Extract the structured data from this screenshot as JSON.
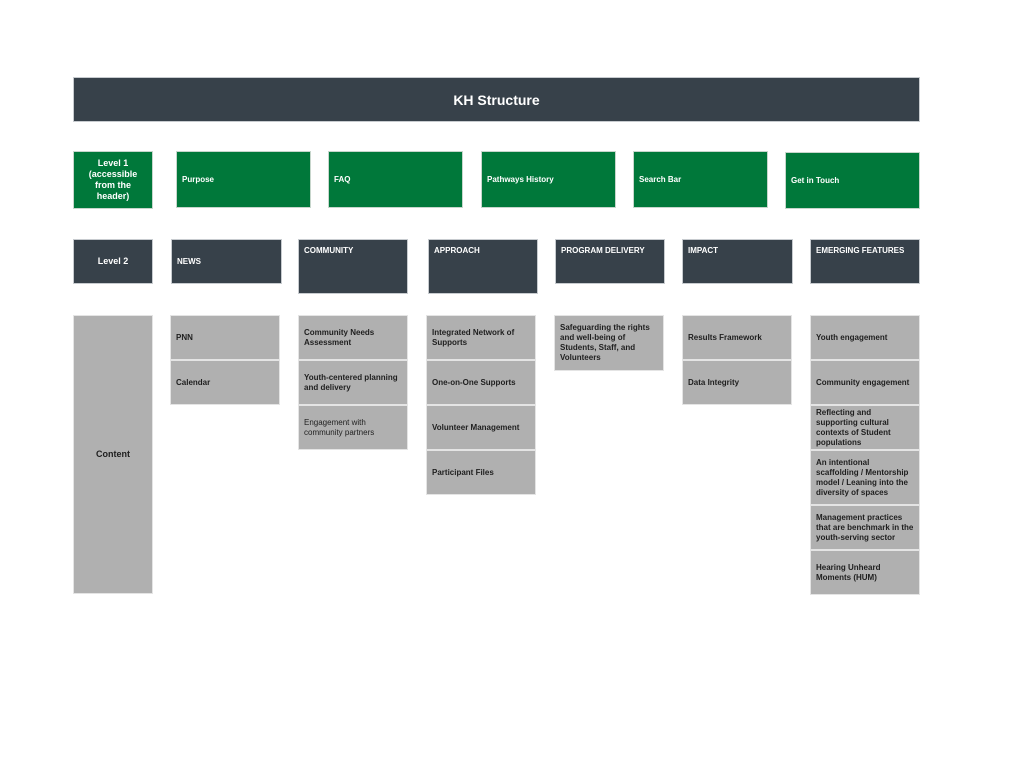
{
  "title": "KH Structure",
  "level1": {
    "label": "Level 1 (accessible from the header)",
    "items": [
      "Purpose",
      "FAQ",
      "Pathways History",
      "Search Bar",
      "Get in Touch"
    ]
  },
  "level2": {
    "label": "Level 2",
    "items": [
      "NEWS",
      "COMMUNITY",
      "APPROACH",
      "PROGRAM DELIVERY",
      "IMPACT",
      "EMERGING FEATURES"
    ]
  },
  "content": {
    "label": "Content",
    "news": [
      "PNN",
      "Calendar"
    ],
    "community": [
      "Community Needs Assessment",
      "Youth-centered planning and delivery",
      "Engagement with community partners"
    ],
    "approach": [
      "Integrated Network of Supports",
      "One-on-One Supports",
      "Volunteer Management",
      "Participant Files"
    ],
    "program_delivery": [
      "Safeguarding the rights and well-being of Students, Staff, and Volunteers"
    ],
    "impact": [
      "Results Framework",
      "Data Integrity"
    ],
    "emerging_features": [
      "Youth engagement",
      "Community engagement",
      "Reflecting and supporting cultural contexts of Student populations",
      "An intentional scaffolding / Mentorship model / Leaning into the diversity of spaces",
      "Management practices that are benchmark in the youth-serving sector",
      "Hearing Unheard Moments (HUM)"
    ]
  },
  "colors": {
    "dark": "#37414a",
    "green": "#00783a",
    "grey": "#b0b0b0"
  }
}
